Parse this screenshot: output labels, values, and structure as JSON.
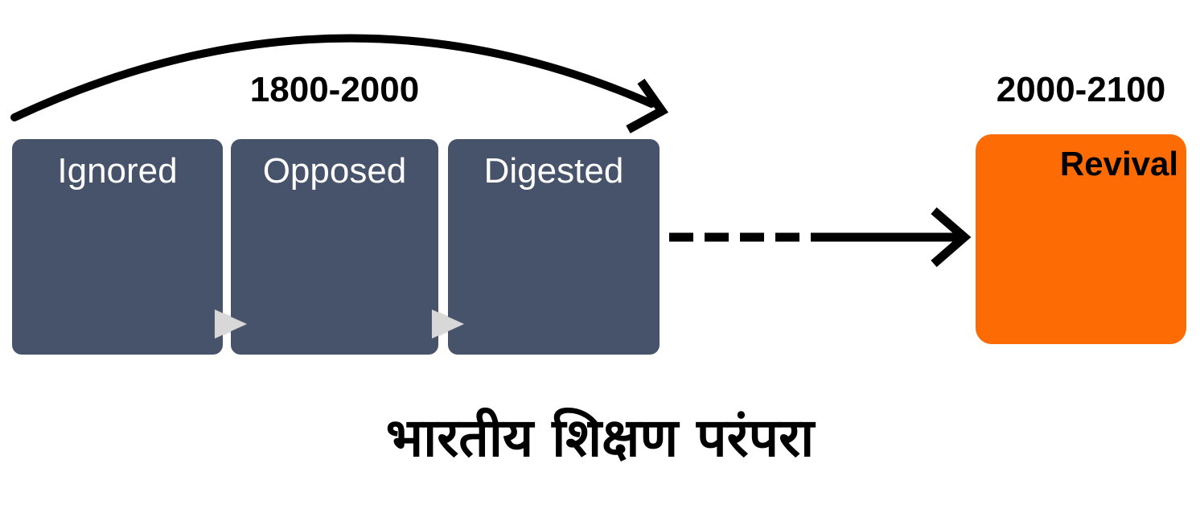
{
  "title": "भारतीय शिक्षण परंपरा",
  "past_era": {
    "period": "1800-2000",
    "stages": [
      {
        "label": "Ignored"
      },
      {
        "label": "Opposed"
      },
      {
        "label": "Digested"
      }
    ]
  },
  "future_era": {
    "period": "2000-2100",
    "stage": {
      "label": "Revival"
    }
  },
  "icons": {
    "stage_connector": "right-triangle-icon",
    "past_arc": "curved-arrow-icon",
    "transition": "dashed-arrow-icon"
  },
  "colors": {
    "stage_box": "#46536A",
    "stage_text": "#FFFFFF",
    "revival_box": "#FC6B04",
    "revival_text": "#000000",
    "arrow": "#000000",
    "connector_triangle": "#D8D8D8",
    "background": "#FFFFFF"
  }
}
